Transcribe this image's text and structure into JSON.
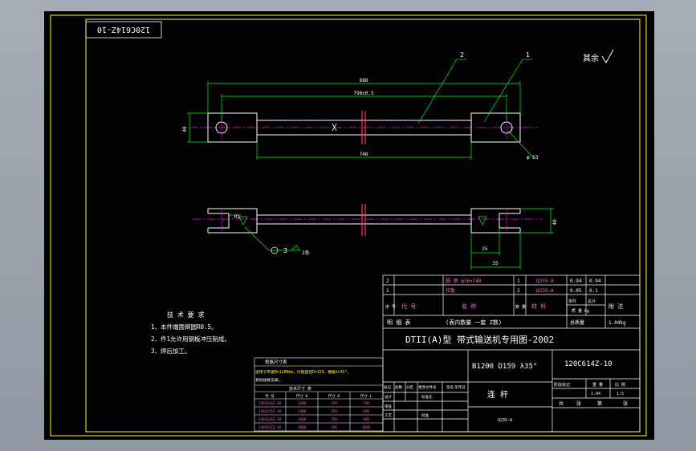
{
  "drawing_no_corner": "120C614Z-10",
  "surface_finish": "其余",
  "balloons": {
    "b1": "1",
    "b2": "2",
    "b3": "3"
  },
  "dims": {
    "overall": "888",
    "center": "798±0.5",
    "bar": "748",
    "height_left": "40",
    "side_h": "40",
    "w25": "25",
    "w35": "35",
    "hole": "φ 63",
    "r16": "R1",
    "weld_note": "2条"
  },
  "tech": {
    "title": "技 术 要 求",
    "lines": [
      "1、本件端面倒圆R0.5。",
      "2、件1允许用钢板冲压制成。",
      "3、焊后加工。"
    ]
  },
  "parts": [
    {
      "no": "2",
      "code": "",
      "name": "圆 钢 φ16×748",
      "qty": "1",
      "material": "Q235-A",
      "unit": "0.94",
      "total": "0.94",
      "note": ""
    },
    {
      "no": "1",
      "code": "",
      "name": "拉板",
      "qty": "2",
      "material": "Q235-A",
      "unit": "0.05",
      "total": "0.1",
      "note": ""
    }
  ],
  "parts_header": {
    "no": "序\n号",
    "code": "代 号",
    "name": "名 称",
    "qty": "数\n量",
    "material": "材 料",
    "unit": "单件",
    "total": "总计",
    "mass": "质 量 kg",
    "note": "附 注"
  },
  "title_block": {
    "row1_a": "明 细 表",
    "row1_b": "(表内数量 一套 Z数)",
    "row1_c": "总质量",
    "row1_d": "1.04kg",
    "main_title": "DTII(A)型  带式输送机专用图-2002",
    "spec": "B1200 D159 λ35°",
    "drawing_no": "120C614Z-10",
    "part_name": "连 杆",
    "material": "Q235-A",
    "stage": "阶段标记",
    "weight_h": "重 量",
    "scale_h": "比 例",
    "weight": "1.04",
    "scale": "1:5",
    "sheet_total": "共",
    "sheet_h": "张",
    "sheet_no": "第",
    "sheet_h2": "张",
    "labels": [
      "标记",
      "处数",
      "分区",
      "更改文件号",
      "签名",
      "年月日"
    ],
    "roles": [
      "设计",
      "审核",
      "工艺",
      "标准化",
      "批准"
    ]
  },
  "legend": {
    "title": "规格尺寸表",
    "note1": "适用于带宽B=1200mm，托辊直径D=159，槽角λ=35°。",
    "note2": "其他规格见表。",
    "subhead": "技术尺寸 表",
    "headers": [
      "代 号",
      "尺寸 B",
      "尺寸 D",
      "尺寸 L"
    ],
    "rows": [
      [
        "120C614Z-10",
        "1200",
        "159",
        "748"
      ],
      [
        "120C615Z-10",
        "1400",
        "159",
        "848"
      ],
      [
        "120C616Z-10",
        "1600",
        "159",
        "948"
      ],
      [
        "120C617Z-10",
        "1800",
        "194",
        "1048"
      ]
    ]
  },
  "colors": {
    "background": "#000000",
    "frame": "#ffff00",
    "outline": "#ffffff",
    "dimension": "#00ff00",
    "center_line": "#ff00ff",
    "text": "#ffffff",
    "section": "#ff3366",
    "pink": "#ff66cc"
  }
}
